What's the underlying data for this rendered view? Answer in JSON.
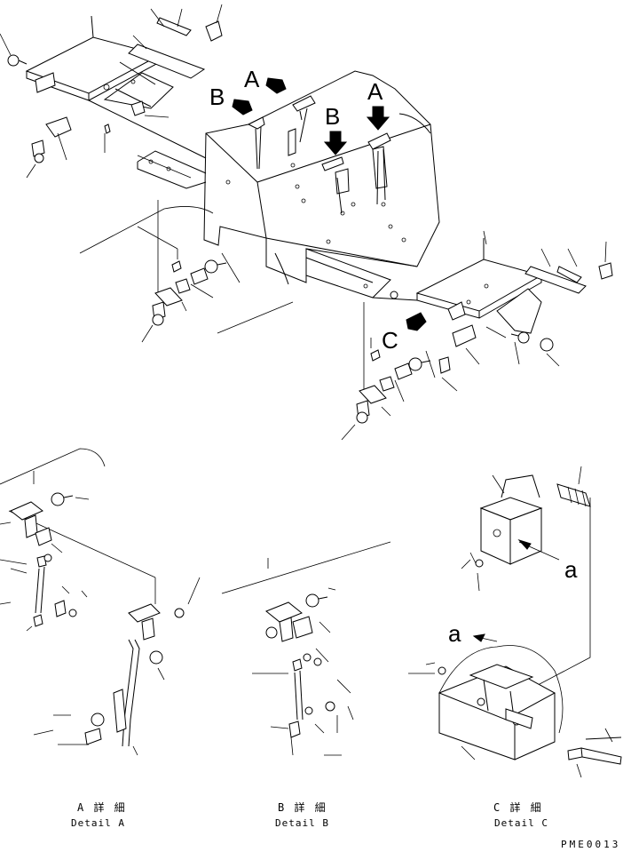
{
  "view_labels": {
    "arrow_a_left": "A",
    "arrow_a_right": "A",
    "arrow_b_left": "B",
    "arrow_b_right": "B",
    "arrow_c": "C"
  },
  "detail_pointers": {
    "pointer_a_upper": "a",
    "pointer_a_lower": "a"
  },
  "captions": {
    "detail_a_jp": "A 詳 細",
    "detail_a_en": "Detail A",
    "detail_b_jp": "B 詳 細",
    "detail_b_en": "Detail B",
    "detail_c_jp": "C 詳 細",
    "detail_c_en": "Detail C"
  },
  "drawing_code": "PME0013"
}
